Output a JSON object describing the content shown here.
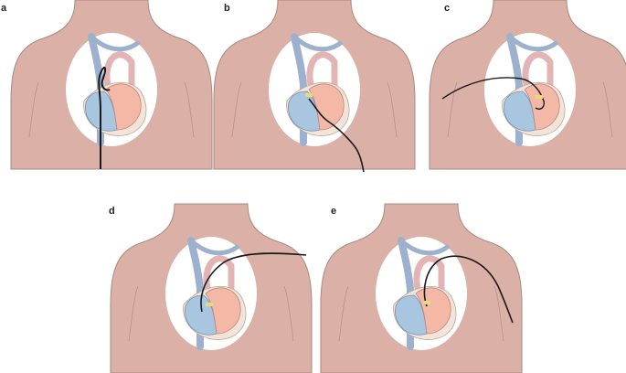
{
  "figure": {
    "panels": [
      {
        "label": "a",
        "lead_path": "right-atrium"
      },
      {
        "label": "b",
        "lead_path": "subclavian-vein"
      },
      {
        "label": "c",
        "lead_path": "jugular-vein"
      },
      {
        "label": "d",
        "lead_path": "tunneled-shoulder"
      },
      {
        "label": "e",
        "lead_path": "tunneled-chest"
      }
    ],
    "colors": {
      "skin": "#dbb0a6",
      "skin_outline": "#a8897f",
      "chest_window": "#ffffff",
      "vein": "#9db1cf",
      "artery": "#e3b4b4",
      "heart_right": "#a9c6e0",
      "heart_left": "#f4b8a7",
      "pericardium": "#f2e4d8",
      "lead_wire": "#1a1a1a",
      "electrode": "#e8d97a"
    }
  }
}
